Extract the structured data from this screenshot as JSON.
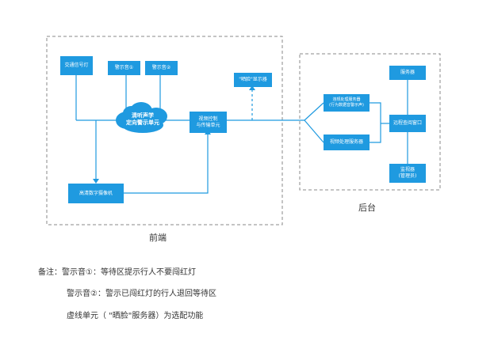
{
  "front": {
    "label": "前端",
    "traffic_light": "交通信号灯",
    "alarm1": "警示音①",
    "alarm2": "警示音②",
    "cloud_line1": "清听声学",
    "cloud_line2": "定向警示单元",
    "video_control": "视频控制\n与传输单元",
    "shaming_display": "\"晒脸\"显示器",
    "camera": "高清数字摄像机"
  },
  "back": {
    "label": "后台",
    "violation_server": "违规处理服务器\n(行为数据音警示声)",
    "video_server": "视频处理服务器",
    "server": "服务器",
    "remote_window": "远程查阅窗口",
    "monitor": "监视器\n(管理员)"
  },
  "notes": {
    "line1": "备注：警示音①：等待区提示行人不要闯红灯",
    "line2": "警示音②：警示已闯红灯的行人退回等待区",
    "line3": "虚线单元（ \"晒脸\"服务器）为选配功能"
  },
  "colors": {
    "box": "#1f9ae0",
    "line": "#1f9ae0",
    "border": "#888888"
  }
}
